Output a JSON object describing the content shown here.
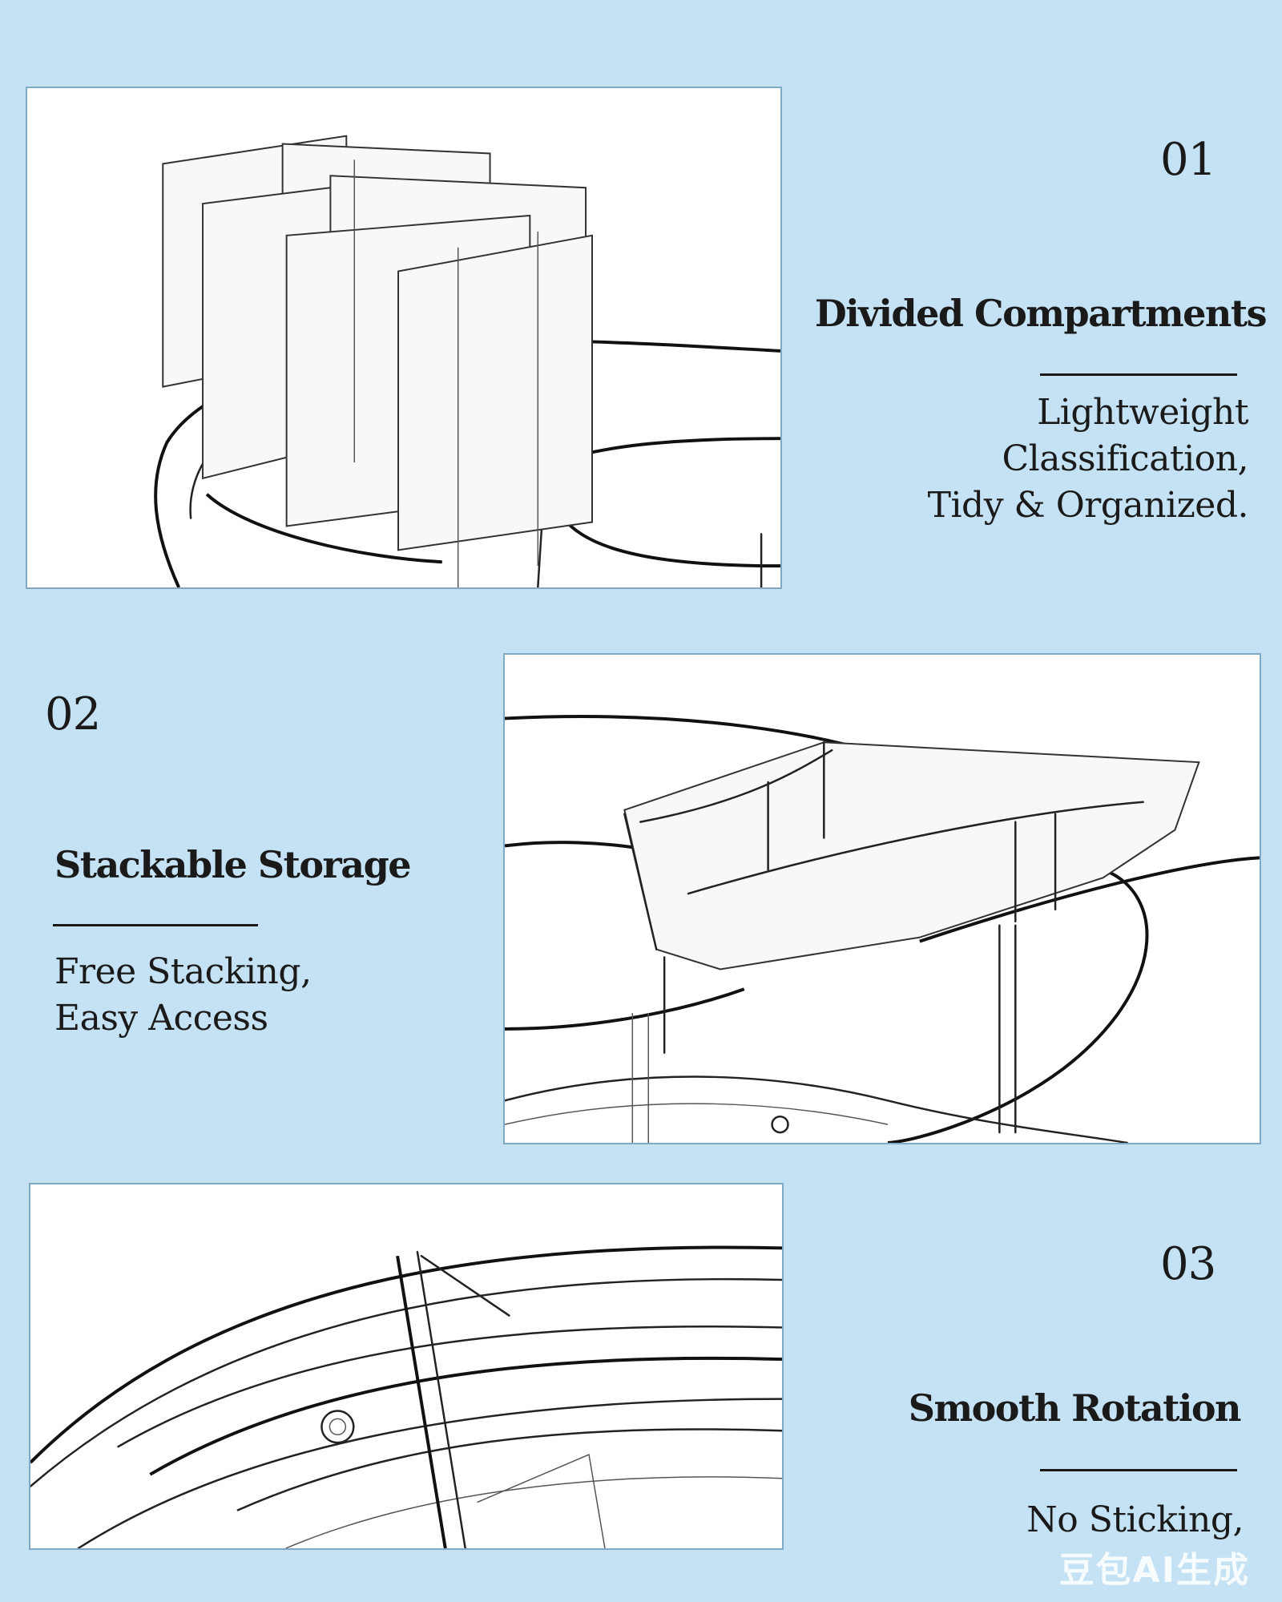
{
  "features": [
    {
      "number": "01",
      "title": "Divided Compartments",
      "lines": [
        "Lightweight",
        "Classification,",
        "Tidy & Organized."
      ]
    },
    {
      "number": "02",
      "title": "Stackable Storage",
      "lines": [
        "Free Stacking,",
        "Easy Access"
      ]
    },
    {
      "number": "03",
      "title": "Smooth Rotation",
      "lines": [
        "No Sticking,"
      ]
    }
  ],
  "watermark": "豆包AI生成",
  "colors": {
    "background": "#c4e2f4",
    "panel": "#ffffff",
    "panel_border": "#7fa9c4",
    "text": "#1a1a1a"
  }
}
